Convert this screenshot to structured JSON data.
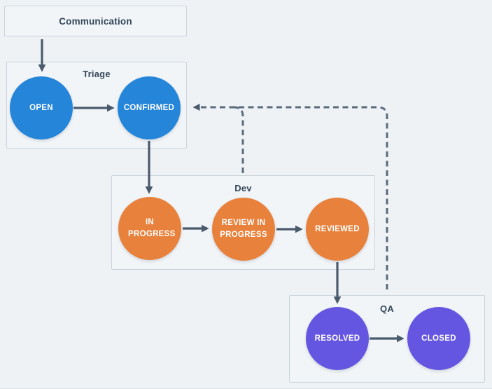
{
  "diagram": {
    "communication": {
      "label": "Communication"
    },
    "groups": {
      "triage": {
        "label": "Triage"
      },
      "dev": {
        "label": "Dev"
      },
      "qa": {
        "label": "QA"
      }
    },
    "nodes": {
      "open": {
        "label": "OPEN",
        "group": "triage"
      },
      "confirmed": {
        "label": "CONFIRMED",
        "group": "triage"
      },
      "in_progress": {
        "label": "IN PROGRESS",
        "group": "dev"
      },
      "review_in_progress": {
        "label": "REVIEW IN PROGRESS",
        "group": "dev"
      },
      "reviewed": {
        "label": "REVIEWED",
        "group": "dev"
      },
      "resolved": {
        "label": "RESOLVED",
        "group": "qa"
      },
      "closed": {
        "label": "CLOSED",
        "group": "qa"
      }
    },
    "edges": [
      {
        "from": "Communication",
        "to": "OPEN",
        "style": "solid"
      },
      {
        "from": "OPEN",
        "to": "CONFIRMED",
        "style": "solid"
      },
      {
        "from": "CONFIRMED",
        "to": "IN PROGRESS",
        "style": "solid"
      },
      {
        "from": "IN PROGRESS",
        "to": "REVIEW IN PROGRESS",
        "style": "solid"
      },
      {
        "from": "REVIEW IN PROGRESS",
        "to": "REVIEWED",
        "style": "solid"
      },
      {
        "from": "REVIEWED",
        "to": "RESOLVED",
        "style": "solid"
      },
      {
        "from": "RESOLVED",
        "to": "CLOSED",
        "style": "solid"
      },
      {
        "from": "Dev",
        "to": "CONFIRMED",
        "style": "dashed"
      },
      {
        "from": "QA",
        "to": "CONFIRMED",
        "style": "dashed"
      }
    ]
  },
  "colors": {
    "background": "#eef2f5",
    "box_fill": "#f2f5f8",
    "box_border": "#cbd4dc",
    "label_text": "#33475a",
    "node_text": "#ffffff",
    "triage_node": "#2585d9",
    "dev_node": "#e8813c",
    "qa_node": "#6456e0",
    "arrow": "#4a5b6d",
    "dashed_arrow": "#5a6b7d"
  }
}
